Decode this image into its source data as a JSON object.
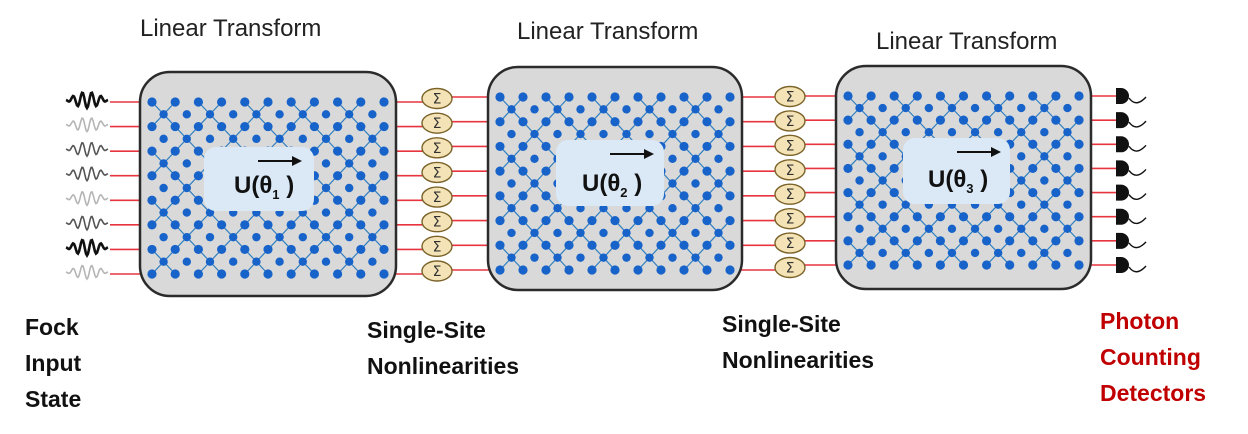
{
  "colors": {
    "waveguide": "#e8343f",
    "mesh_line": "#2f7fc1",
    "mesh_node": "#1763c9",
    "box_fill": "#d9d9d9",
    "box_stroke": "#2b2b2b",
    "unitary_fill": "#dbe9f7",
    "nonlinear_fill": "#f3e3b6",
    "nonlinear_stroke": "#7a6228",
    "detector": "#111111",
    "red_text": "#c00000"
  },
  "transforms": [
    {
      "title": "Linear Transform",
      "label": "U(θ",
      "sub": "1",
      "close": ")"
    },
    {
      "title": "Linear Transform",
      "label": "U(θ",
      "sub": "2",
      "close": ")"
    },
    {
      "title": "Linear Transform",
      "label": "U(θ",
      "sub": "3",
      "close": ")"
    }
  ],
  "nonlinear_symbol": "Σ",
  "mode_count": 8,
  "input_wave_styles": [
    "dark",
    "light",
    "medium",
    "medium",
    "light",
    "medium",
    "dark",
    "light"
  ],
  "captions": {
    "input": [
      "Fock",
      "Input",
      "State"
    ],
    "nonlinear_1": [
      "Single-Site",
      "Nonlinearities"
    ],
    "nonlinear_2": [
      "Single-Site",
      "Nonlinearities"
    ],
    "detectors": [
      "Photon",
      "Counting",
      "Detectors"
    ]
  },
  "icons": {
    "nonlinear": "sigma-node-icon",
    "detector": "photodetector-icon",
    "input": "wave-packet-icon",
    "arrow": "vector-arrow-icon"
  }
}
